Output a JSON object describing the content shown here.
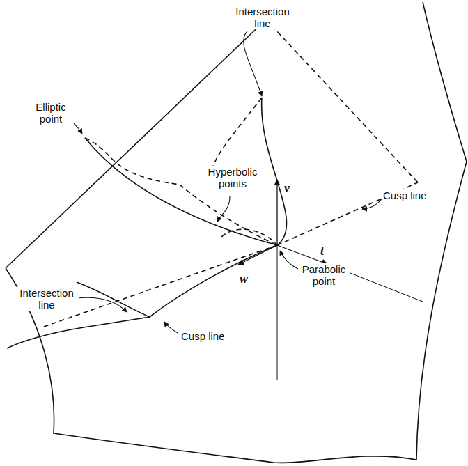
{
  "diagram": {
    "labels": [
      "Intersection line",
      "Elliptic point",
      "Hyperbolic points",
      "v",
      "Cusp line",
      "w",
      "Intersection line",
      "Cusp line",
      "Parabolic point",
      "t"
    ]
  }
}
